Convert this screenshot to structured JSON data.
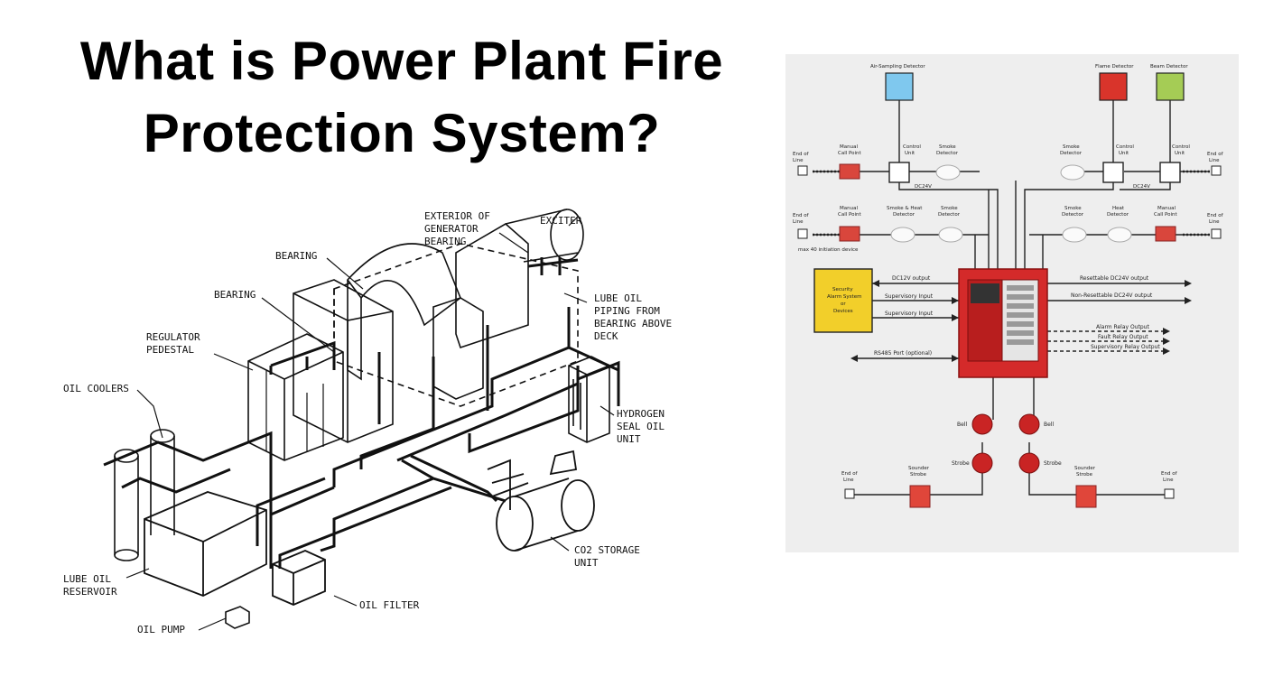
{
  "title": {
    "line1": "What is Power Plant Fire",
    "line2": "Protection System?"
  },
  "left_diagram": {
    "labels": {
      "exterior_bearing": [
        "EXTERIOR OF",
        "GENERATOR",
        "BEARING"
      ],
      "exciter": "EXCITER",
      "bearing_top": "BEARING",
      "bearing_mid": "BEARING",
      "lube_piping": [
        "LUBE OIL",
        "PIPING FROM",
        "BEARING ABOVE",
        "DECK"
      ],
      "regulator": [
        "REGULATOR",
        "PEDESTAL"
      ],
      "oil_coolers": "OIL COOLERS",
      "hydrogen": [
        "HYDROGEN",
        "SEAL OIL",
        "UNIT"
      ],
      "co2": [
        "CO2 STORAGE",
        "UNIT"
      ],
      "lube_reservoir": [
        "LUBE OIL",
        "RESERVOIR"
      ],
      "oil_filter": "OIL FILTER",
      "oil_pump": "OIL PUMP"
    }
  },
  "right_diagram": {
    "colors": {
      "panel_red": "#d42a2a",
      "air_detector": "#7fc8ee",
      "flame_detector": "#d9342b",
      "beam_detector": "#a5cc55",
      "security_box": "#f2cf2a"
    },
    "labels": {
      "air_sampling": "Air-Sampling Detector",
      "flame": "Flame Detector",
      "beam": "Beam Detector",
      "eol_1": [
        "End of",
        "Line"
      ],
      "manual_call_1": [
        "Manual",
        "Call Point"
      ],
      "control_unit_1": [
        "Control",
        "Unit"
      ],
      "smoke_det_1": [
        "Smoke",
        "Detector"
      ],
      "smoke_det_2": [
        "Smoke",
        "Detector"
      ],
      "control_unit_2": [
        "Control",
        "Unit"
      ],
      "control_unit_3": [
        "Control",
        "Unit"
      ],
      "eol_2": [
        "End of",
        "Line"
      ],
      "dc24v_1": "DC24V",
      "dc24v_2": "DC24V",
      "eol_3": [
        "End of",
        "Line"
      ],
      "manual_call_2": [
        "Manual",
        "Call Point"
      ],
      "smoke_heat": [
        "Smoke & Heat",
        "Detector"
      ],
      "smoke_det_3": [
        "Smoke",
        "Detector"
      ],
      "smoke_det_4": [
        "Smoke",
        "Detector"
      ],
      "heat_det": [
        "Heat",
        "Detector"
      ],
      "manual_call_3": [
        "Manual",
        "Call Point"
      ],
      "eol_4": [
        "End of",
        "Line"
      ],
      "zone_note": "max 40 initiation device",
      "security": [
        "Security",
        "Alarm System",
        "or",
        "Devices"
      ],
      "dc12v_out": "DC12V output",
      "sup_input_1": "Supervisory Input",
      "sup_input_2": "Supervisory Input",
      "rs485": "RS485 Port (optional)",
      "resettable": "Resettable DC24V output",
      "non_resettable": "Non-Resettable DC24V output",
      "alarm_relay": "Alarm Relay Output",
      "fault_relay": "Fault Relay Output",
      "sup_relay": "Supervisory Relay Output",
      "bell_1": "Bell",
      "bell_2": "Bell",
      "strobe_1": "Strobe",
      "strobe_2": "Strobe",
      "eol_5": [
        "End of",
        "Line"
      ],
      "sounder_1": [
        "Sounder",
        "Strobe"
      ],
      "sounder_2": [
        "Sounder",
        "Strobe"
      ],
      "eol_6": [
        "End of",
        "Line"
      ]
    }
  }
}
